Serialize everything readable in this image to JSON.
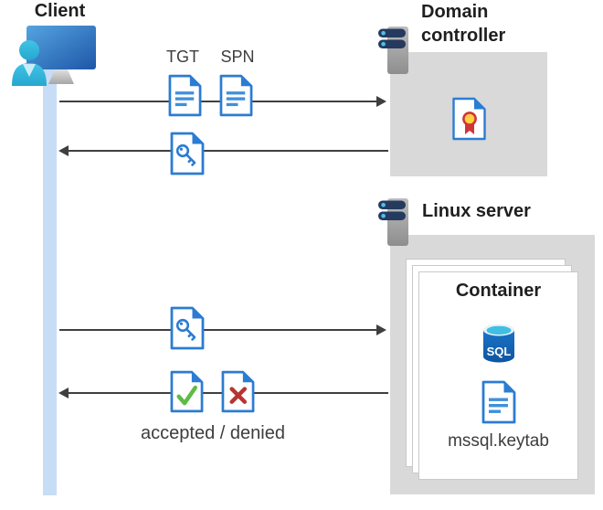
{
  "client": {
    "label": "Client"
  },
  "domain_controller": {
    "label": "Domain controller"
  },
  "linux_server": {
    "label": "Linux server"
  },
  "container": {
    "label": "Container",
    "sql_badge": "SQL",
    "keytab_file": "mssql.keytab"
  },
  "flow": {
    "tgt_label": "TGT",
    "spn_label": "SPN",
    "result_label": "accepted / denied"
  },
  "icons": {
    "client": "user-at-monitor-icon",
    "server": "server-icon",
    "certificate": "certificate-icon",
    "ticket_document": "document-icon",
    "key_ticket": "key-document-icon",
    "accepted": "check-document-icon",
    "denied": "cross-document-icon",
    "sql": "sql-database-icon"
  },
  "colors": {
    "doc_blue": "#2b7cd3",
    "doc_line_blue": "#4090d9",
    "zone_gray": "#d9d9d9",
    "lifeline_blue": "#c6ddf5",
    "arrow_gray": "#3f3f3f",
    "check_green": "#5fbb46",
    "cross_red": "#b73431",
    "server_bar_navy": "#243a5e",
    "server_dot_cyan": "#4cc2e8",
    "sql_body_blue": "#1464b4",
    "cert_yellow": "#ffd23e",
    "cert_red": "#d13438"
  }
}
